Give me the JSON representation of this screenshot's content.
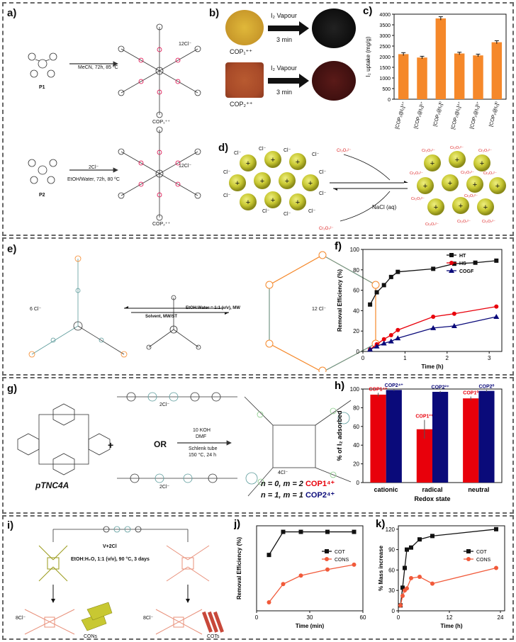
{
  "panels": {
    "a": {
      "label": "a)",
      "reagent": "MeCN, 72h, 85 ºC",
      "p1": "P1",
      "p2": "P2",
      "cop1": "COP₁⁺⁺",
      "cop2": "COP₂⁺⁺",
      "cl1": "12Cl⁻",
      "cl2": "12Cl⁻",
      "reagent2a": "2Cl⁻",
      "reagent2b": "EtOH/Water, 72h, 80 ºC"
    },
    "b": {
      "label": "b)",
      "arrow1": "I₂ Vapour",
      "time1": "3 min",
      "arrow2": "I₂ Vapour",
      "time2": "3 min",
      "cop1": "COP₁⁺⁺",
      "cop2": "COP₂⁺⁺"
    },
    "d": {
      "label": "d)",
      "cl": "Cl⁻",
      "cr": "Cr₂O₇²⁻",
      "nacl": "NaCl (aq)",
      "plus": "+"
    },
    "e": {
      "label": "e)",
      "left_cl": "6 Cl⁻",
      "right_cl": "12 Cl⁻",
      "cond_top": "Solvent, MW/ST",
      "cond_right": "EtOH:Water = 1:1 (v/v), MW"
    },
    "g": {
      "label": "g)",
      "name": "pTNC4A",
      "plus": "+",
      "or": "OR",
      "cond1": "10 KOH",
      "cond2": "DMF",
      "cond3": "Schlenk tube",
      "cond4": "150 °C, 24 h",
      "cl2": "2Cl⁻",
      "cl4": "4Cl⁻",
      "n0": "n = 0, m = 2",
      "n1": "n = 1, m = 1",
      "cop1": "COP1⁴⁺",
      "cop2": "COP2⁴⁺"
    },
    "i": {
      "label": "i)",
      "reagent_top": "V+2Cl",
      "cond": "EtOH:H₂O, 1:1 (v/v), 90 °C, 3 days",
      "cl_left": "8Cl⁻",
      "cl_right": "8Cl⁻",
      "cons": "CONs",
      "cots": "COTs"
    }
  },
  "colors": {
    "orange": "#f5882a",
    "red": "#e8000b",
    "navy": "#0a0a7a",
    "black": "#111111",
    "blue": "#1a1aa0",
    "salmon": "#f15a3a",
    "yellow": "#c8c832"
  },
  "chart_data": [
    {
      "id": "c",
      "label": "c)",
      "type": "bar",
      "ylabel": "I₂ uptake (mg/g)",
      "ylim": [
        0,
        4000
      ],
      "yticks": [
        0,
        500,
        1000,
        1500,
        2000,
        2500,
        3000,
        3500,
        4000
      ],
      "categories": [
        "[COP₁@I₂]⁴⁺",
        "[COP₁@I₂]⁲⁺",
        "[COP₁@I₂]⁰",
        "[COP₂@I₂]⁴⁺",
        "[COP₂@I₂]⁲⁺",
        "[COP₂@I₂]⁰"
      ],
      "tick_labels": [
        "[COP₁@I₂]⁴⁺",
        "[COP₁@I₂]²⁺",
        "[COP₁@I₂]⁰",
        "[COP₂@I₂]⁴⁺",
        "[COP₂@I₂]²⁺",
        "[COP₂@I₂]⁰"
      ],
      "values": [
        2120,
        1960,
        3800,
        2150,
        2060,
        2680
      ],
      "errors": [
        70,
        60,
        80,
        60,
        60,
        70
      ]
    },
    {
      "id": "f",
      "label": "f)",
      "type": "line",
      "xlabel": "Time (h)",
      "ylabel": "Removal Efficiency (%)",
      "xlim": [
        0,
        3.3
      ],
      "ylim": [
        0,
        100
      ],
      "xticks": [
        0,
        1,
        2,
        3
      ],
      "yticks": [
        0,
        20,
        40,
        60,
        80,
        100
      ],
      "legend": "top-right",
      "series": [
        {
          "name": "HT",
          "color": "#111111",
          "marker": "square",
          "x": [
            0.17,
            0.33,
            0.5,
            0.67,
            0.83,
            1.67,
            2.17,
            2.67,
            3.17
          ],
          "y": [
            46,
            58,
            65,
            73,
            78,
            81,
            86,
            87,
            89
          ]
        },
        {
          "name": "HS",
          "color": "#e8000b",
          "marker": "circle",
          "x": [
            0.17,
            0.33,
            0.5,
            0.67,
            0.83,
            1.67,
            2.17,
            3.17
          ],
          "y": [
            2,
            7,
            12,
            16,
            21,
            34,
            37,
            44
          ]
        },
        {
          "name": "COGF",
          "color": "#0a0a7a",
          "marker": "triangle",
          "x": [
            0.17,
            0.33,
            0.5,
            0.67,
            0.83,
            1.67,
            2.17,
            3.17
          ],
          "y": [
            2,
            5,
            8,
            10,
            13,
            23,
            25,
            34
          ]
        }
      ]
    },
    {
      "id": "h",
      "label": "h)",
      "type": "bar",
      "xlabel": "Redox state",
      "ylabel": "% of I₂ adsorbed",
      "ylim": [
        0,
        100
      ],
      "yticks": [
        0,
        20,
        40,
        60,
        80,
        100
      ],
      "categories": [
        "cationic",
        "radical",
        "neutral"
      ],
      "series": [
        {
          "name": "COP1",
          "color": "#e8000b",
          "values": [
            94,
            57,
            90
          ],
          "errors": [
            2,
            10,
            2
          ]
        },
        {
          "name": "COP2",
          "color": "#0a0a7a",
          "values": [
            99,
            97,
            98
          ],
          "errors": [
            1,
            1,
            1
          ]
        }
      ],
      "bar_labels": [
        [
          "COP1⁴⁺",
          "COP2⁴⁺"
        ],
        [
          "COP1⁲⁺",
          "COP2⁲⁺"
        ],
        [
          "COP1⁰",
          "COP2⁰"
        ]
      ],
      "bar_labels_display": [
        [
          "COP1⁴⁺",
          "COP2⁴⁺"
        ],
        [
          "COP1²⁺",
          "COP2²⁺"
        ],
        [
          "COP1⁰",
          "COP2⁰"
        ]
      ]
    },
    {
      "id": "j",
      "label": "j)",
      "type": "line",
      "xlabel": "Time (min)",
      "ylabel": "Removal Efficiency (%)",
      "xlim": [
        0,
        60
      ],
      "ylim": [
        35,
        105
      ],
      "xticks": [
        0,
        30,
        60
      ],
      "legend": "middle-right",
      "series": [
        {
          "name": "COT",
          "color": "#111111",
          "marker": "square",
          "x": [
            7,
            15,
            25,
            40,
            55
          ],
          "y": [
            81,
            100,
            100,
            100,
            100
          ]
        },
        {
          "name": "CONS",
          "color": "#f15a3a",
          "marker": "circle",
          "x": [
            7,
            15,
            25,
            40,
            55
          ],
          "y": [
            42,
            57,
            64,
            69,
            73
          ]
        }
      ]
    },
    {
      "id": "k",
      "label": "k)",
      "type": "line",
      "xlabel": "Time (h)",
      "ylabel": "% Mass increase",
      "xlim": [
        0,
        25
      ],
      "ylim": [
        0,
        125
      ],
      "xticks": [
        0,
        12,
        24
      ],
      "yticks": [
        0,
        30,
        60,
        90,
        120
      ],
      "legend": "middle-right",
      "series": [
        {
          "name": "COT",
          "color": "#111111",
          "marker": "square",
          "x": [
            0.5,
            1,
            1.5,
            2,
            3,
            5,
            8,
            23
          ],
          "y": [
            8,
            34,
            63,
            90,
            93,
            105,
            110,
            120
          ]
        },
        {
          "name": "CONS",
          "color": "#f15a3a",
          "marker": "circle",
          "x": [
            0.5,
            1,
            1.5,
            2,
            3,
            5,
            8,
            23
          ],
          "y": [
            8,
            22,
            30,
            33,
            48,
            50,
            40,
            63
          ]
        }
      ]
    }
  ]
}
